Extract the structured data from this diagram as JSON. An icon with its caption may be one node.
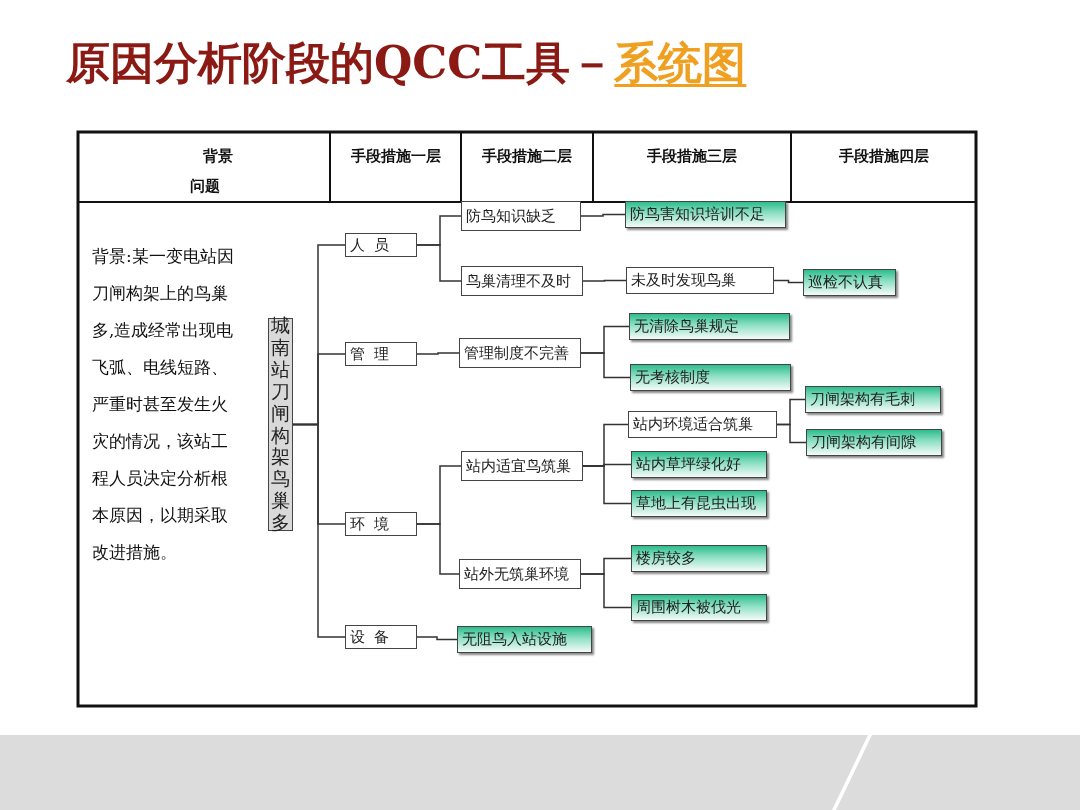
{
  "diagram": {
    "title": "原因分析阶段的QCC工具－**系统图**",
    "nodes": [
      {
        "text": [
          "城南站刀闸构架鸟巢多"
        ]
      },
      {
        "text": [
          "人 员"
        ]
      },
      {
        "text": [
          "管 理"
        ]
      },
      {
        "text": [
          "环 境"
        ]
      },
      {
        "text": [
          "设 备"
        ]
      },
      {
        "text": [
          "防鸟知识缺乏"
        ]
      },
      {
        "text": [
          "鸟巢清理不及时"
        ]
      },
      {
        "text": [
          "管理制度不完善"
        ]
      },
      {
        "text": [
          "站内适宜鸟筑巢"
        ]
      },
      {
        "text": [
          "站外无筑巢环境"
        ]
      },
      {
        "text": [
          "无阻鸟入站设施"
        ]
      },
      {
        "text": [
          "防鸟害知识培训不足"
        ]
      },
      {
        "text": [
          "未及时发现鸟巢"
        ]
      },
      {
        "text": [
          "巡检不认真"
        ]
      },
      {
        "text": [
          "无清除鸟巢规定"
        ]
      },
      {
        "text": [
          "无考核制度"
        ]
      },
      {
        "text": [
          "站内环境适合筑巢"
        ]
      },
      {
        "text": [
          "站内草坪绿化好"
        ]
      },
      {
        "text": [
          "草地上有昆虫出现"
        ]
      },
      {
        "text": [
          "楼房较多"
        ]
      },
      {
        "text": [
          "周围树木被伐光"
        ]
      },
      {
        "text": [
          "刀闸架构有毛刺"
        ]
      },
      {
        "text": [
          "刀闸架构有间隙"
        ]
      }
    ],
    "edges": [
      {
        "from": 0,
        "to": 1,
        "arrow": "none"
      },
      {
        "from": 0,
        "to": 2,
        "arrow": "none"
      },
      {
        "from": 0,
        "to": 3,
        "arrow": "none"
      },
      {
        "from": 0,
        "to": 4,
        "arrow": "none"
      },
      {
        "from": 1,
        "to": 5,
        "arrow": "none"
      },
      {
        "from": 1,
        "to": 6,
        "arrow": "none"
      },
      {
        "from": 2,
        "to": 7,
        "arrow": "none"
      },
      {
        "from": 3,
        "to": 8,
        "arrow": "none"
      },
      {
        "from": 3,
        "to": 9,
        "arrow": "none"
      },
      {
        "from": 4,
        "to": 10,
        "arrow": "none"
      },
      {
        "from": 5,
        "to": 11,
        "arrow": "none"
      },
      {
        "from": 6,
        "to": 12,
        "arrow": "none"
      },
      {
        "from": 12,
        "to": 13,
        "arrow": "none"
      },
      {
        "from": 7,
        "to": 14,
        "arrow": "none"
      },
      {
        "from": 7,
        "to": 15,
        "arrow": "none"
      },
      {
        "from": 8,
        "to": 16,
        "arrow": "none"
      },
      {
        "from": 8,
        "to": 17,
        "arrow": "none"
      },
      {
        "from": 8,
        "to": 18,
        "arrow": "none"
      },
      {
        "from": 9,
        "to": 19,
        "arrow": "none"
      },
      {
        "from": 9,
        "to": 20,
        "arrow": "none"
      },
      {
        "from": 16,
        "to": 21,
        "arrow": "none"
      },
      {
        "from": 16,
        "to": 22,
        "arrow": "none"
      }
    ],
    "labels": [
      "背景",
      "问题",
      "手段措施一层",
      "手段措施二层",
      "手段措施三层",
      "手段措施四层",
      "背景:某一变电站因刀闸构架上的鸟巢多,造成经常出现电飞弧、电线短路、严重时甚至发生火灾的情况，该站工程人员决定分析根本原因，以期采取改进措施。"
    ]
  }
}
